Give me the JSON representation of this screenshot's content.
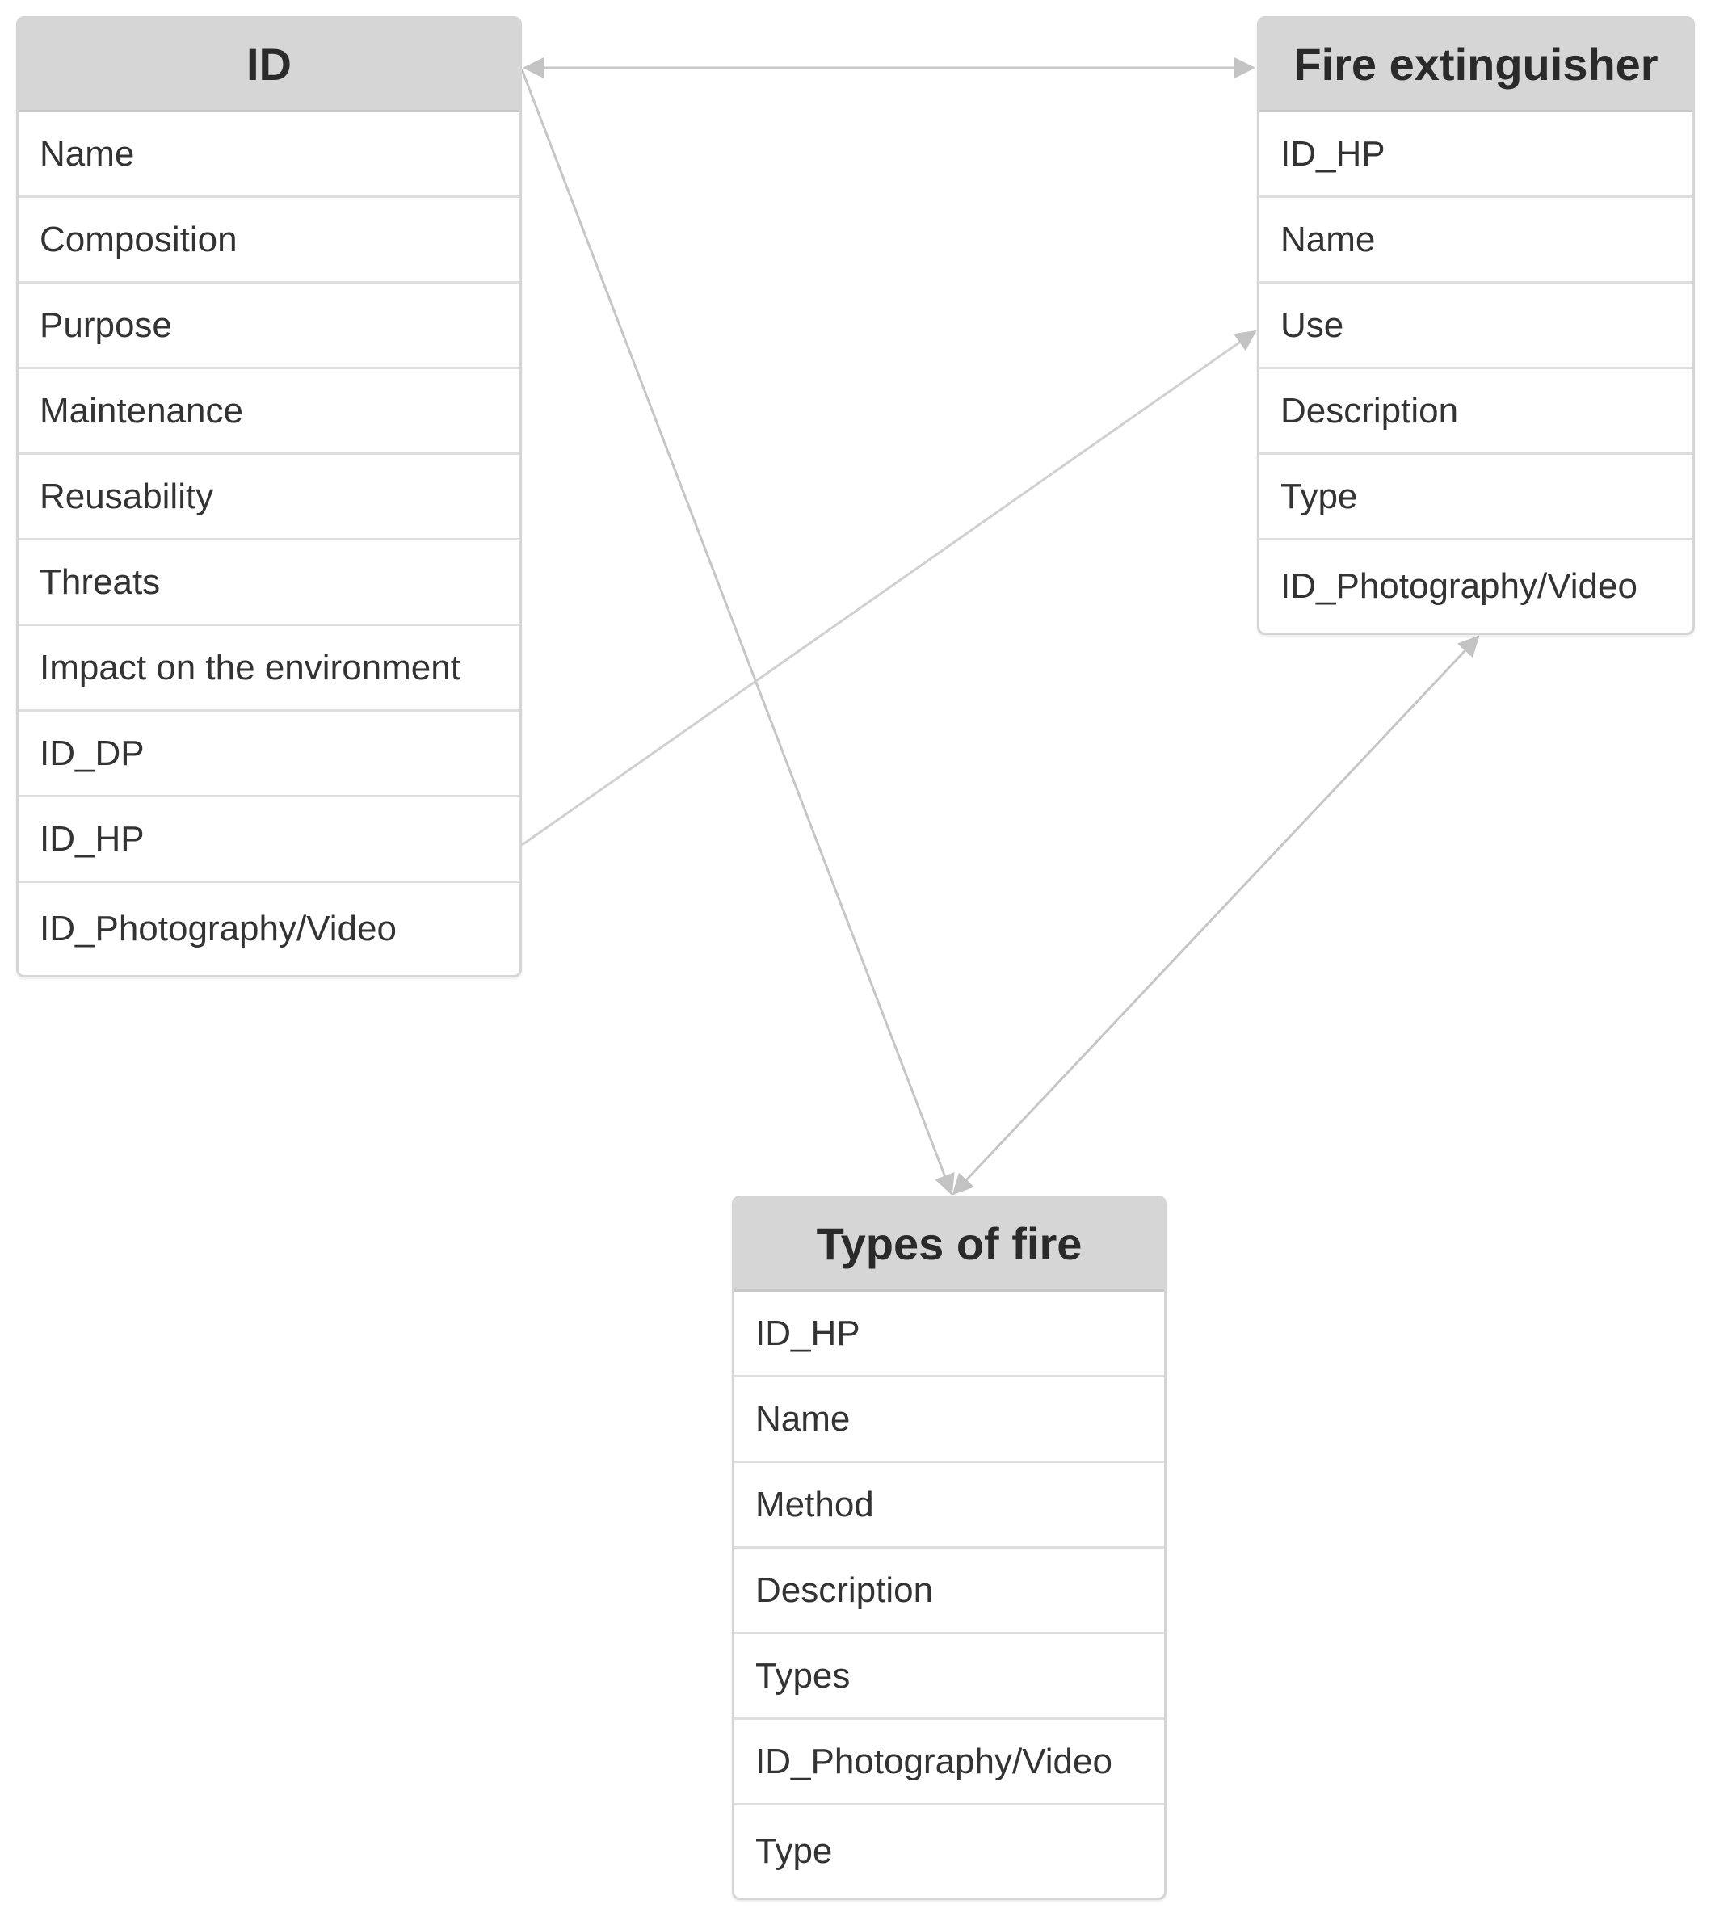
{
  "entities": {
    "id_table": {
      "title": "ID",
      "fields": [
        "Name",
        "Composition",
        "Purpose",
        "Maintenance",
        "Reusability",
        "Threats",
        "Impact on the environment",
        "ID_DP",
        "ID_HP",
        "ID_Photography/Video"
      ]
    },
    "fire_extinguisher": {
      "title": "Fire extinguisher",
      "fields": [
        "ID_HP",
        "Name",
        "Use",
        "Description",
        "Type",
        "ID_Photography/Video"
      ]
    },
    "types_of_fire": {
      "title": "Types of fire",
      "fields": [
        "ID_HP",
        "Name",
        "Method",
        "Description",
        "Types",
        "ID_Photography/Video",
        "Type"
      ]
    }
  },
  "colors": {
    "header_bg": "#d6d6d6",
    "border": "#d5d5d5",
    "connector": "#c6c6c6",
    "text": "#333333"
  }
}
